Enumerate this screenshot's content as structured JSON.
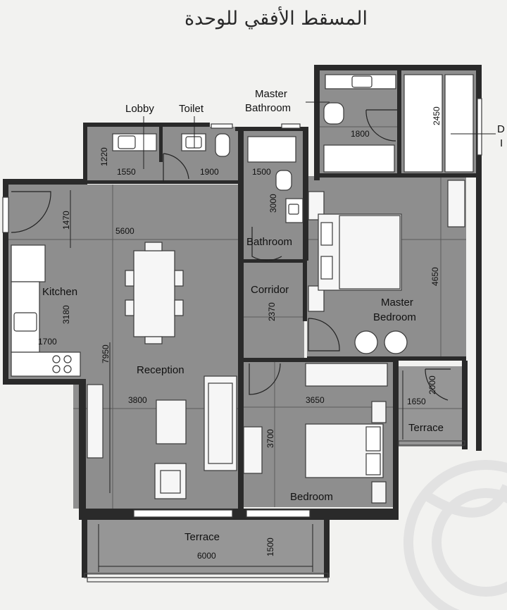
{
  "title": "المسقط الأفقي للوحدة",
  "rooms": {
    "lobby": "Lobby",
    "toilet": "Toilet",
    "master_bathroom_line1": "Master",
    "master_bathroom_line2": "Bathroom",
    "bathroom": "Bathroom",
    "kitchen": "Kitchen",
    "corridor": "Corridor",
    "master_bedroom_line1": "Master",
    "master_bedroom_line2": "Bedroom",
    "reception": "Reception",
    "terrace_main": "Terrace",
    "terrace_small": "Terrace",
    "bedroom": "Bedroom",
    "cut_label_1": "D",
    "cut_label_2": "I"
  },
  "dimensions": {
    "d1220": "1220",
    "d1550": "1550",
    "d1900": "1900",
    "d1800": "1800",
    "d2450": "2450",
    "d1500a": "1500",
    "d3000": "3000",
    "d1470": "1470",
    "d5600": "5600",
    "d3180": "3180",
    "d1700": "1700",
    "d7950": "7950",
    "d2370": "2370",
    "d4650": "4650",
    "d3800": "3800",
    "d3650": "3650",
    "d2000": "2000",
    "d1650": "1650",
    "d3700": "3700",
    "d6000": "6000",
    "d1500b": "1500"
  }
}
